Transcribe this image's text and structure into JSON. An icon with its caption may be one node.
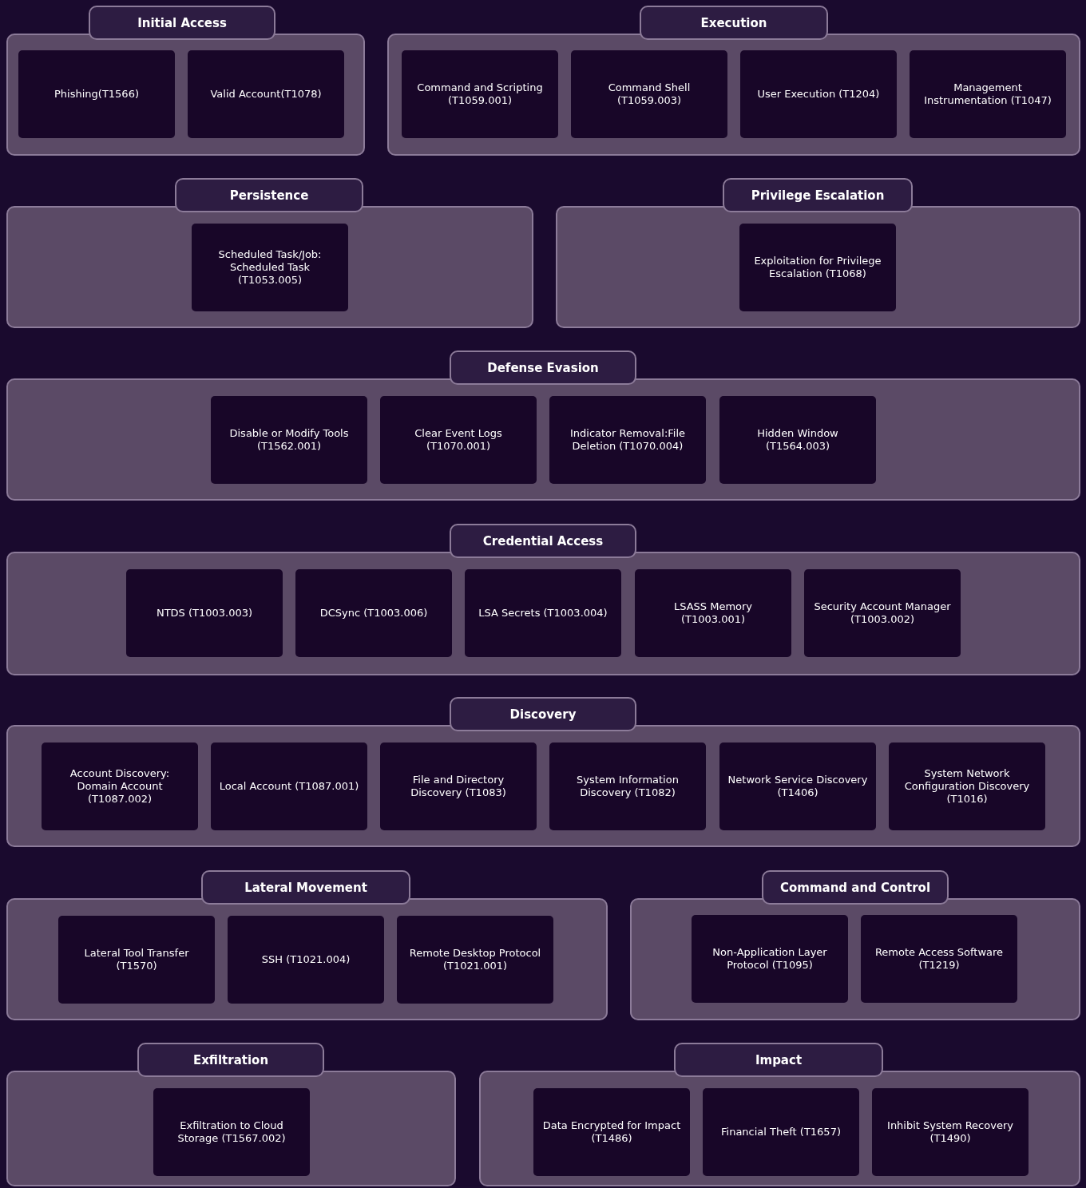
{
  "diagram": {
    "nodes": [
      {
        "text": [
          "Initial Access"
        ]
      },
      {
        "text": [
          "Phishing(T1566)"
        ],
        "in": 0
      },
      {
        "text": [
          "Valid Account(T1078)"
        ],
        "in": 0
      },
      {
        "text": [
          "Execution"
        ]
      },
      {
        "text": [
          "Command and Scripting (T1059.001)"
        ],
        "in": 3
      },
      {
        "text": [
          "Command Shell (T1059.003)"
        ],
        "in": 3
      },
      {
        "text": [
          "User Execution (T1204)"
        ],
        "in": 3
      },
      {
        "text": [
          "Management Instrumentation (T1047)"
        ],
        "in": 3
      },
      {
        "text": [
          "Persistence"
        ]
      },
      {
        "text": [
          "Scheduled Task/Job: Scheduled Task (T1053.005)"
        ],
        "in": 8
      },
      {
        "text": [
          "Privilege Escalation"
        ]
      },
      {
        "text": [
          "Exploitation for Privilege Escalation (T1068)"
        ],
        "in": 10
      },
      {
        "text": [
          "Defense Evasion"
        ]
      },
      {
        "text": [
          "Disable or Modify Tools (T1562.001)"
        ],
        "in": 12
      },
      {
        "text": [
          "Clear Event Logs (T1070.001)"
        ],
        "in": 12
      },
      {
        "text": [
          "Indicator Removal:File Deletion (T1070.004)"
        ],
        "in": 12
      },
      {
        "text": [
          "Hidden Window (T1564.003)"
        ],
        "in": 12
      },
      {
        "text": [
          "Credential Access"
        ]
      },
      {
        "text": [
          "NTDS (T1003.003)"
        ],
        "in": 17
      },
      {
        "text": [
          "DCSync (T1003.006)"
        ],
        "in": 17
      },
      {
        "text": [
          "LSA Secrets (T1003.004)"
        ],
        "in": 17
      },
      {
        "text": [
          "LSASS Memory (T1003.001)"
        ],
        "in": 17
      },
      {
        "text": [
          "Security Account Manager (T1003.002)"
        ],
        "in": 17
      },
      {
        "text": [
          "Discovery"
        ]
      },
      {
        "text": [
          "Account Discovery: Domain Account (T1087.002)"
        ],
        "in": 23
      },
      {
        "text": [
          "Local Account (T1087.001)"
        ],
        "in": 23
      },
      {
        "text": [
          "File and Directory Discovery (T1083)"
        ],
        "in": 23
      },
      {
        "text": [
          "System Information Discovery (T1082)"
        ],
        "in": 23
      },
      {
        "text": [
          "Network Service Discovery (T1406)"
        ],
        "in": 23
      },
      {
        "text": [
          "System Network Configuration Discovery (T1016)"
        ],
        "in": 23
      },
      {
        "text": [
          "Lateral Movement"
        ]
      },
      {
        "text": [
          "Lateral Tool Transfer (T1570)"
        ],
        "in": 30
      },
      {
        "text": [
          "SSH (T1021.004)"
        ],
        "in": 30
      },
      {
        "text": [
          "Remote Desktop Protocol (T1021.001)"
        ],
        "in": 30
      },
      {
        "text": [
          "Command and Control"
        ]
      },
      {
        "text": [
          "Non-Application Layer Protocol (T1095)"
        ],
        "in": 34
      },
      {
        "text": [
          "Remote Access Software (T1219)"
        ],
        "in": 34
      },
      {
        "text": [
          "Exfiltration"
        ]
      },
      {
        "text": [
          "Exfiltration to Cloud Storage (T1567.002)"
        ],
        "in": 37
      },
      {
        "text": [
          "Impact"
        ]
      },
      {
        "text": [
          "Data Encrypted for Impact (T1486)"
        ],
        "in": 39
      },
      {
        "text": [
          "Financial Theft (T1657)"
        ],
        "in": 39
      },
      {
        "text": [
          "Inhibit System Recovery (T1490)"
        ],
        "in": 39
      }
    ],
    "edges": []
  }
}
